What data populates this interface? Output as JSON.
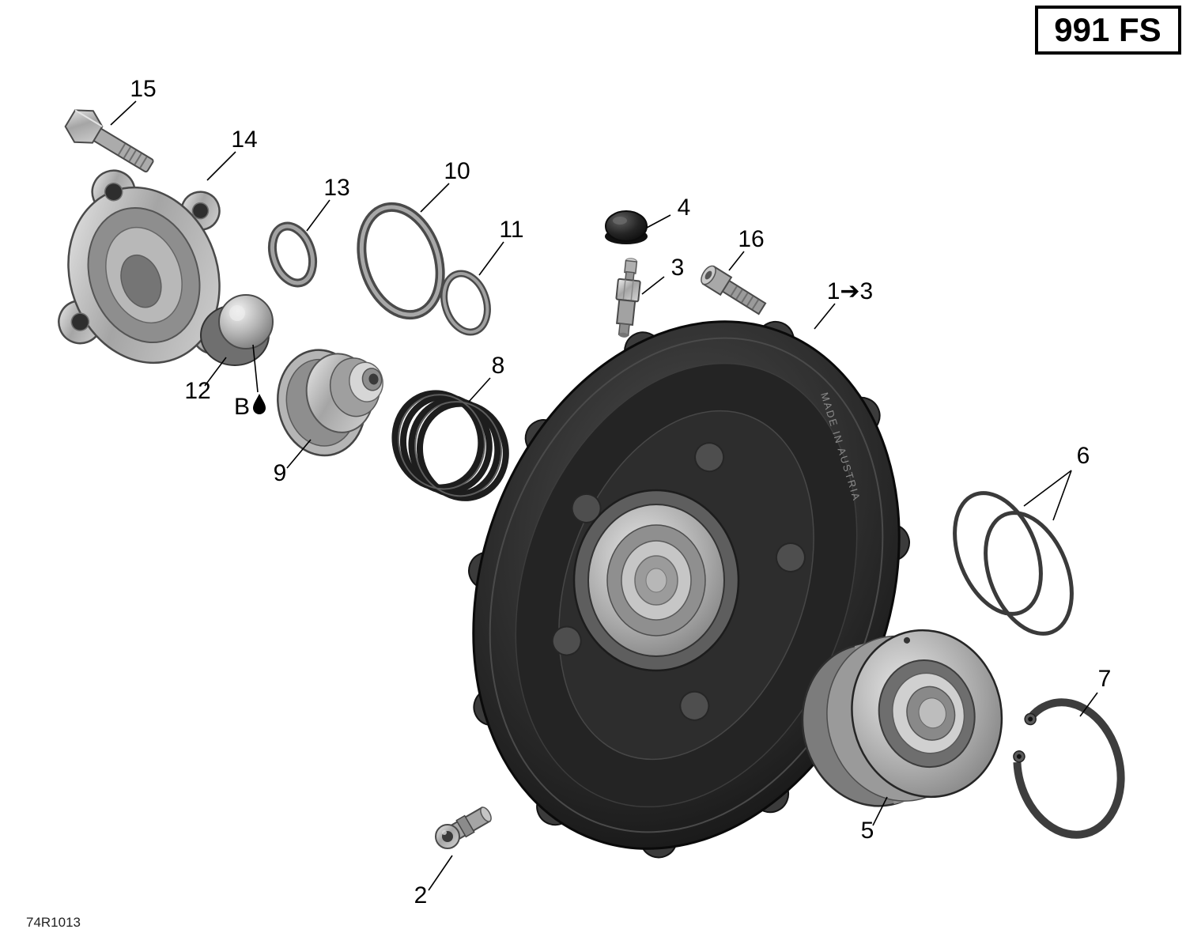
{
  "title_box": {
    "model_code": "991 FS"
  },
  "footer": {
    "diagram_code": "74R1013"
  },
  "cover": {
    "stamp_text": "MADE IN AUSTRIA"
  },
  "callouts": {
    "c15": "15",
    "c14": "14",
    "c13": "13",
    "c10": "10",
    "c11": "11",
    "c4": "4",
    "c3": "3",
    "c16": "16",
    "c1to3": "1➔3",
    "c12": "12",
    "cB": "B",
    "c9": "9",
    "c8": "8",
    "c6": "6",
    "c5": "5",
    "c7": "7",
    "c2": "2"
  },
  "colors": {
    "ink": "#000000",
    "paper": "#ffffff",
    "cover_dark": "#1a1a1a",
    "metal_light": "#c9c9c9"
  }
}
